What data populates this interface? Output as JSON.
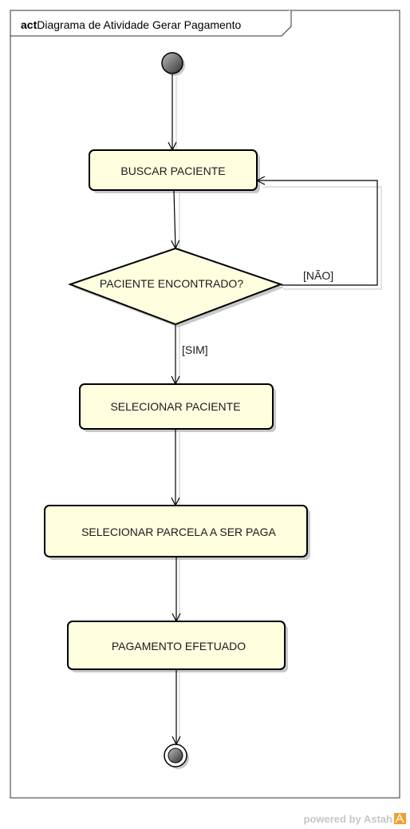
{
  "frame": {
    "keyword": "act",
    "title": "Diagrama de Atividade Gerar Pagamento"
  },
  "nodes": {
    "buscar": "BUSCAR PACIENTE",
    "decision": "PACIENTE ENCONTRADO?",
    "selecionar_paciente": "SELECIONAR PACIENTE",
    "selecionar_parcela": "SELECIONAR PARCELA  A SER PAGA",
    "pagamento": "PAGAMENTO EFETUADO"
  },
  "guards": {
    "nao": "[NÃO]",
    "sim": "[SIM]"
  },
  "watermark": {
    "text": "powered by Astah"
  },
  "colors": {
    "node_fill": "#ffffe0",
    "stroke": "#000000",
    "shadow": "#c8c8c8",
    "frame_stroke": "#333333",
    "watermark_logo": "#f0a030"
  }
}
